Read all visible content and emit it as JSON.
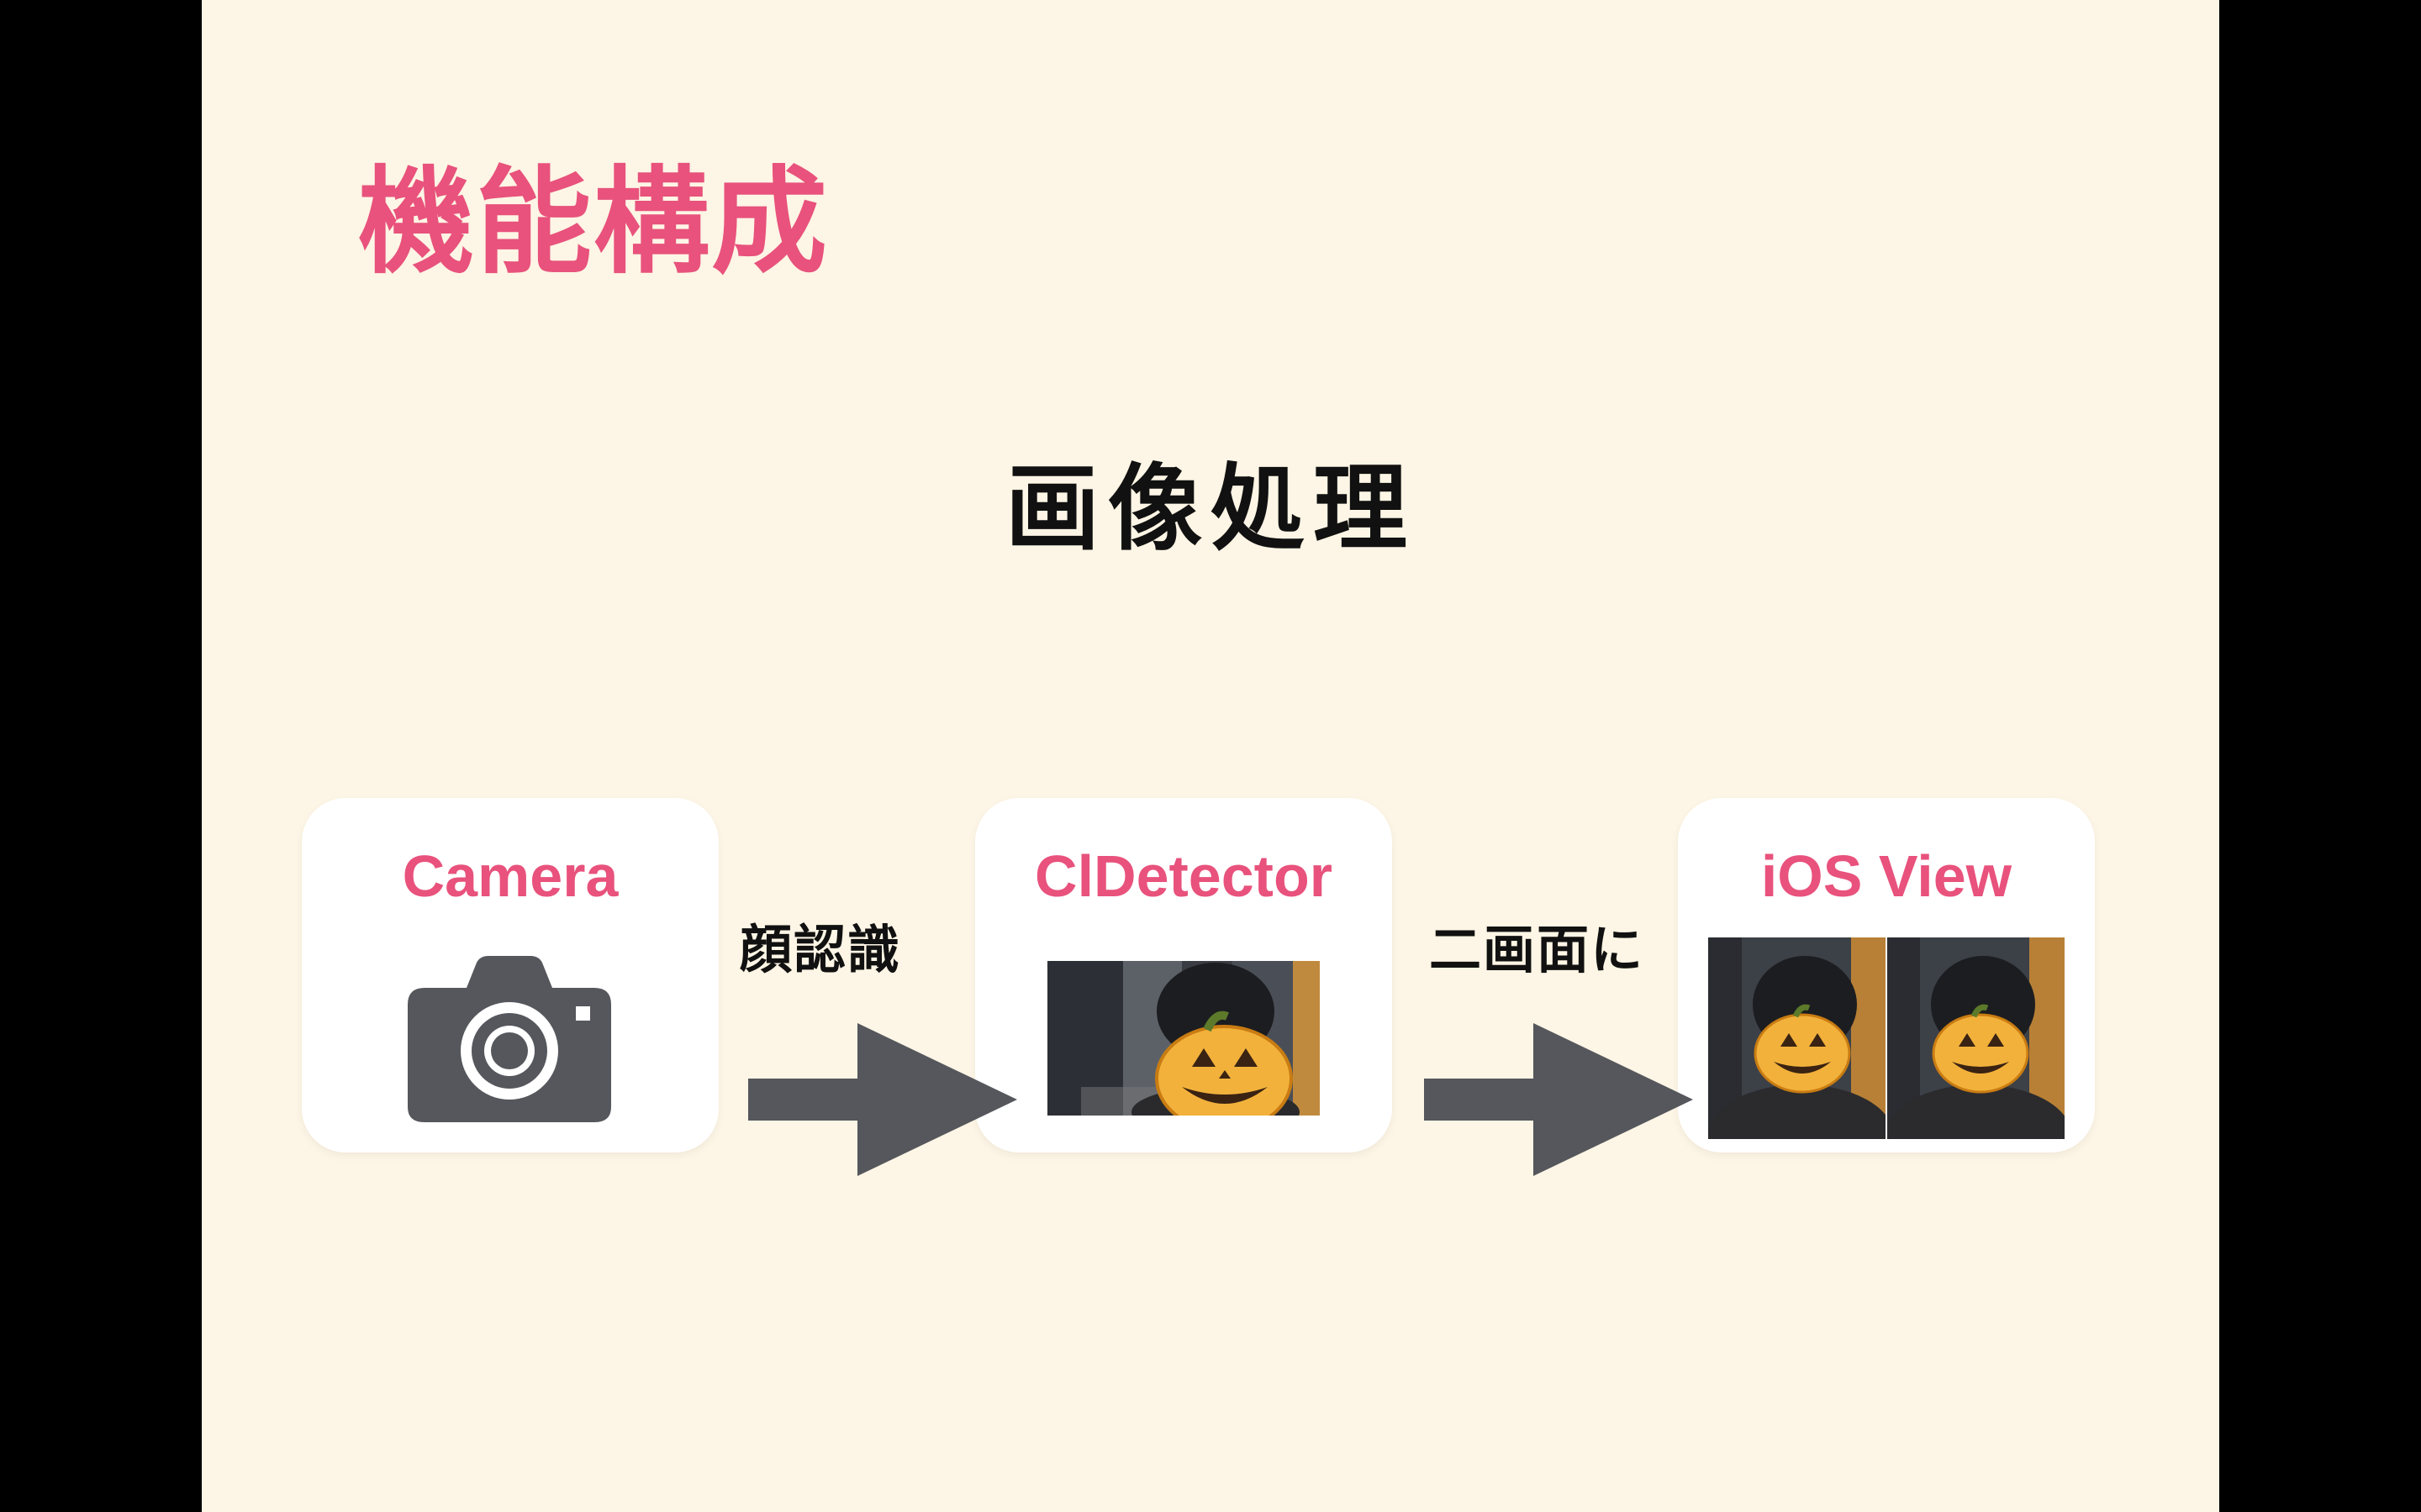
{
  "slide": {
    "title": "機能構成",
    "subtitle": "画像処理"
  },
  "cards": [
    {
      "label": "Camera",
      "icon": "camera-icon"
    },
    {
      "label": "ClDetector",
      "icon": "face-photo"
    },
    {
      "label": "iOS View",
      "icon": "split-face-photo"
    }
  ],
  "arrows": [
    {
      "label": "顔認識"
    },
    {
      "label": "二画面に"
    }
  ],
  "colors": {
    "background": "#fdf5e5",
    "accent": "#e8527c",
    "arrow": "#55575c",
    "card": "#ffffff"
  }
}
